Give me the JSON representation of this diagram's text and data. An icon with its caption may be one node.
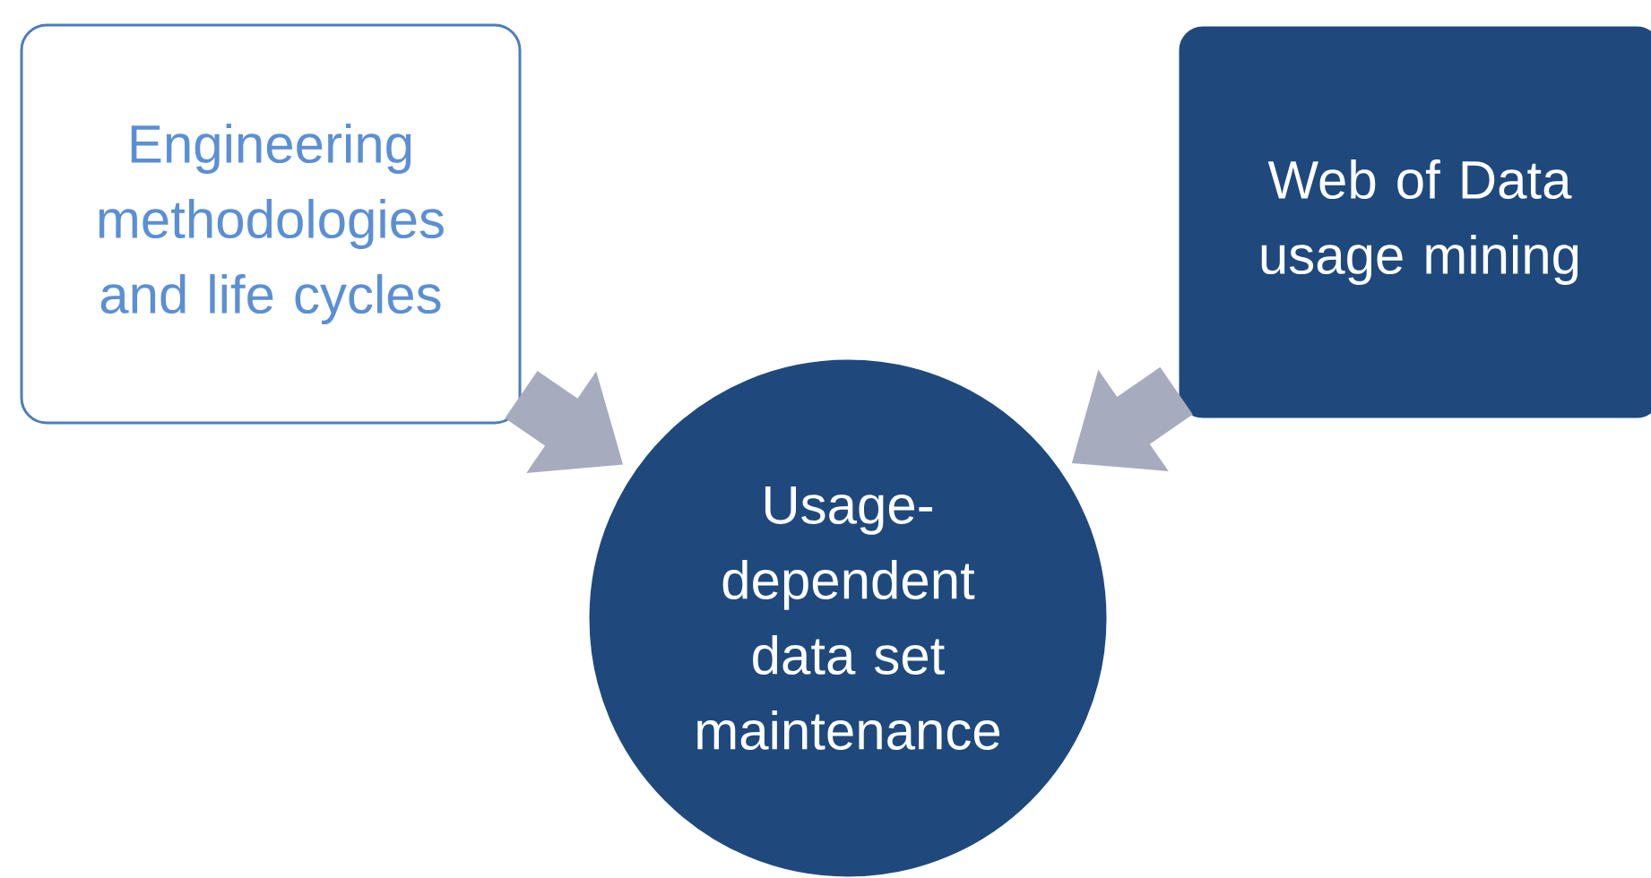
{
  "diagram": {
    "nodes": [
      {
        "text": [
          "Engineering methodologies and life cycles"
        ]
      },
      {
        "text": [
          "Web of Data usage mining"
        ]
      },
      {
        "text": [
          "Usage-dependent data set maintenance"
        ]
      }
    ],
    "edges": [
      {
        "from": 0,
        "to": 2,
        "arrow": "to"
      },
      {
        "from": 1,
        "to": 2,
        "arrow": "to"
      }
    ]
  }
}
